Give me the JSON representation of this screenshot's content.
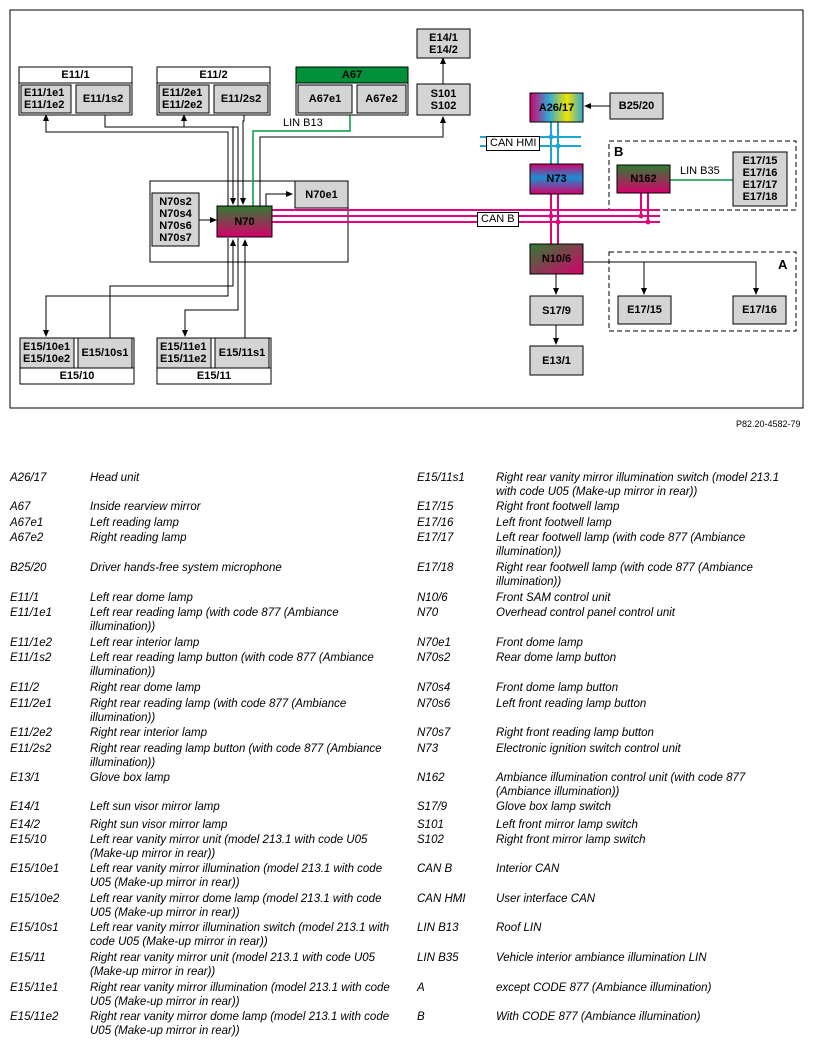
{
  "diagram": {
    "blocks": {
      "E11_1": "E11/1",
      "E11_1e": "E11/1e1\nE11/1e2",
      "E11_1s2": "E11/1s2",
      "E11_2": "E11/2",
      "E11_2e": "E11/2e1\nE11/2e2",
      "E11_2s2": "E11/2s2",
      "A67": "A67",
      "A67e1": "A67e1",
      "A67e2": "A67e2",
      "E14": "E14/1\nE14/2",
      "S101": "S101\nS102",
      "A26_17": "A26/17",
      "B25_20": "B25/20",
      "N73": "N73",
      "N70s": "N70s2\nN70s4\nN70s6\nN70s7",
      "N70": "N70",
      "N70e1": "N70e1",
      "N162": "N162",
      "E17_B": "E17/15\nE17/16\nE17/17\nE17/18",
      "N10_6": "N10/6",
      "S17_9": "S17/9",
      "E13_1": "E13/1",
      "E17_15": "E17/15",
      "E17_16": "E17/16",
      "E15_10e": "E15/10e1\nE15/10e2",
      "E15_10s1": "E15/10s1",
      "E15_10": "E15/10",
      "E15_11e": "E15/11e1\nE15/11e2",
      "E15_11s1": "E15/11s1",
      "E15_11": "E15/11"
    },
    "bus_labels": {
      "lin_b13": "LIN B13",
      "can_hmi": "CAN HMI",
      "can_b": "CAN B",
      "lin_b35": "LIN B35"
    },
    "regions": {
      "a": "A",
      "b": "B"
    },
    "colors": {
      "can_b": "#e6007e",
      "can_hmi": "#1aa7d4",
      "lin": "#009a44",
      "box_fill": "#d4d4d4"
    }
  },
  "ref_number": "P82.20-4582-79",
  "legend": {
    "left": [
      {
        "code": "A26/17",
        "desc": "Head unit"
      },
      {
        "code": "A67",
        "desc": "Inside rearview mirror"
      },
      {
        "code": "A67e1",
        "desc": "Left reading lamp"
      },
      {
        "code": "A67e2",
        "desc": "Right reading lamp"
      },
      {
        "code": "B25/20",
        "desc": "Driver hands-free system microphone"
      },
      {
        "code": "E11/1",
        "desc": "Left rear dome lamp"
      },
      {
        "code": "E11/1e1",
        "desc": "Left rear reading lamp (with code 877 (Ambiance illumination))"
      },
      {
        "code": "E11/1e2",
        "desc": "Left rear interior lamp"
      },
      {
        "code": "E11/1s2",
        "desc": "Left rear reading lamp button (with code 877 (Ambiance illumination))"
      },
      {
        "code": "E11/2",
        "desc": "Right rear dome lamp"
      },
      {
        "code": "E11/2e1",
        "desc": "Right rear reading lamp (with code 877 (Ambiance illumination))"
      },
      {
        "code": "E11/2e2",
        "desc": "Right rear interior lamp"
      },
      {
        "code": "E11/2s2",
        "desc": "Right rear reading lamp button (with code 877 (Ambiance illumination))"
      },
      {
        "code": "E13/1",
        "desc": "Glove box lamp"
      },
      {
        "code": "E14/1",
        "desc": "Left sun visor mirror lamp"
      },
      {
        "code": "E14/2",
        "desc": "Right sun visor mirror lamp"
      },
      {
        "code": "E15/10",
        "desc": "Left rear vanity mirror unit (model 213.1 with code U05 (Make-up mirror in rear))"
      },
      {
        "code": "E15/10e1",
        "desc": "Left rear vanity mirror illumination (model 213.1 with code U05 (Make-up mirror in rear))"
      },
      {
        "code": "E15/10e2",
        "desc": "Left rear vanity mirror dome lamp (model 213.1 with code U05 (Make-up mirror in rear))"
      },
      {
        "code": "E15/10s1",
        "desc": "Left rear vanity mirror illumination switch (model 213.1 with code U05 (Make-up mirror in rear))"
      },
      {
        "code": "E15/11",
        "desc": "Right rear vanity mirror unit (model 213.1 with code U05 (Make-up mirror in rear))"
      },
      {
        "code": "E15/11e1",
        "desc": "Right rear vanity mirror illumination (model 213.1 with code U05 (Make-up mirror in rear))"
      },
      {
        "code": "E15/11e2",
        "desc": "Right rear vanity mirror dome lamp (model 213.1 with code U05 (Make-up mirror in rear))"
      }
    ],
    "right": [
      {
        "code": "E15/11s1",
        "desc": "Right rear vanity mirror illumination switch (model 213.1 with code U05 (Make-up mirror in rear))"
      },
      {
        "code": "E17/15",
        "desc": "Right front footwell lamp"
      },
      {
        "code": "E17/16",
        "desc": "Left front footwell lamp"
      },
      {
        "code": "E17/17",
        "desc": "Left rear footwell lamp (with code 877 (Ambiance illumination))"
      },
      {
        "code": "E17/18",
        "desc": "Right rear footwell lamp (with code 877 (Ambiance illumination))"
      },
      {
        "code": "N10/6",
        "desc": "Front SAM control unit"
      },
      {
        "code": "N70",
        "desc": "Overhead control panel control unit"
      },
      {
        "code": "N70e1",
        "desc": "Front dome lamp"
      },
      {
        "code": "N70s2",
        "desc": "Rear dome lamp button"
      },
      {
        "code": "N70s4",
        "desc": "Front dome lamp button"
      },
      {
        "code": "N70s6",
        "desc": "Left front reading lamp button"
      },
      {
        "code": "N70s7",
        "desc": "Right front reading lamp button"
      },
      {
        "code": "N73",
        "desc": "Electronic ignition switch control unit"
      },
      {
        "code": "N162",
        "desc": "Ambiance illumination control unit (with code 877 (Ambiance illumination))"
      },
      {
        "code": "S17/9",
        "desc": "Glove box lamp switch"
      },
      {
        "code": "S101",
        "desc": "Left front mirror lamp switch"
      },
      {
        "code": "S102",
        "desc": "Right front mirror lamp switch"
      },
      {
        "code": "CAN B",
        "desc": "Interior CAN"
      },
      {
        "code": "CAN HMI",
        "desc": "User interface CAN"
      },
      {
        "code": "LIN B13",
        "desc": "Roof LIN"
      },
      {
        "code": "LIN B35",
        "desc": "Vehicle interior ambiance illumination LIN"
      },
      {
        "code": "A",
        "desc": "except CODE 877 (Ambiance illumination)"
      },
      {
        "code": "B",
        "desc": "With CODE 877 (Ambiance illumination)"
      }
    ]
  }
}
